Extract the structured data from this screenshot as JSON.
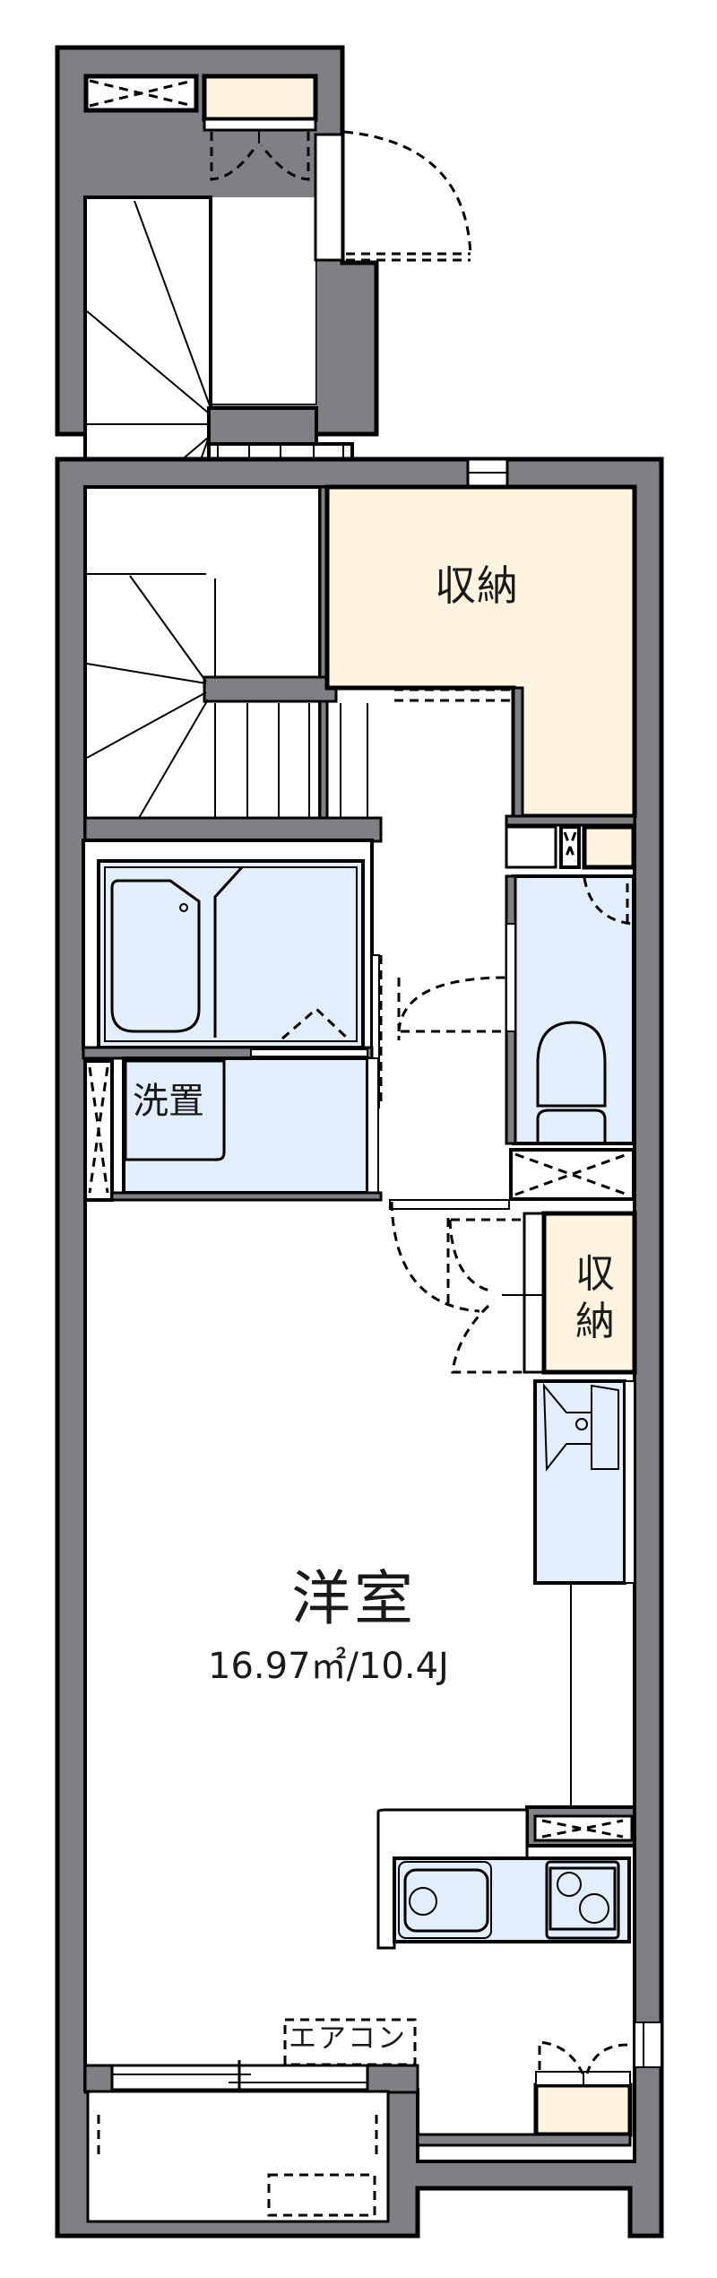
{
  "plan": {
    "title": "間取り図",
    "rooms": [
      {
        "id": "storage_top",
        "label": "収納",
        "type": "storage"
      },
      {
        "id": "washer",
        "label": "洗置",
        "type": "washer-space"
      },
      {
        "id": "storage_side",
        "label": "収納",
        "type": "storage"
      },
      {
        "id": "western_room",
        "label": "洋室",
        "area": "16.97㎡/10.4J"
      },
      {
        "id": "aircon",
        "label": "エアコン",
        "type": "fixture"
      }
    ],
    "fixtures": [
      "spiral-stairs-upper",
      "spiral-stairs-lower",
      "unit-bath",
      "toilet",
      "washbasin",
      "kitchen-sink",
      "two-burner-stove",
      "shoe-closet",
      "balcony",
      "entrance-door"
    ]
  },
  "labels": {
    "storage_top": "収納",
    "washer": "洗置",
    "storage_side": "収納",
    "room": "洋室",
    "room_area": "16.97㎡/10.4J",
    "aircon": "エアコン"
  },
  "colors": {
    "wall": "#808084",
    "outline": "#000000",
    "storage": "#FFF4E0",
    "wet_area": "#E3EEFC",
    "floor": "#FFFFFF"
  }
}
